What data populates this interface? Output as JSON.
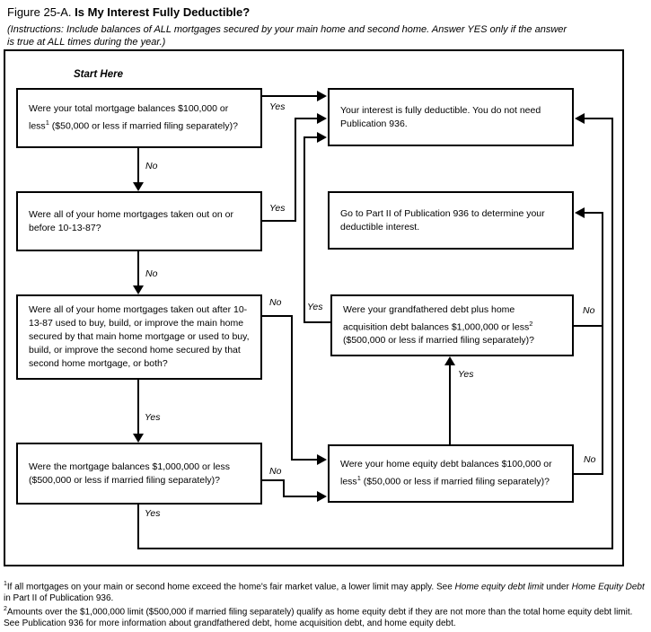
{
  "header": {
    "figure_label": "Figure 25-A.",
    "title": "Is My Interest Fully Deductible?",
    "instructions_line1": "(Instructions: Include balances of ALL mortgages secured by your main home and second home. Answer YES only if the answer",
    "instructions_line2": "is true at ALL times during the year.)"
  },
  "flowchart": {
    "start_label": "Start Here",
    "boxes": {
      "q1": {
        "text": "Were your total mortgage balances $100,000 or less",
        "sup": "1",
        "text_after": " ($50,000 or less if married filing separately)?"
      },
      "fully_deductible": {
        "text": "Your interest is fully deductible. You do not need Publication 936.",
        "sup": "",
        "text_after": ""
      },
      "q2": {
        "text": "Were all of your home mortgages taken out on or before 10-13-87?",
        "sup": "",
        "text_after": ""
      },
      "part2": {
        "text": "Go to Part II of Publication 936 to determine your deductible interest.",
        "sup": "",
        "text_after": ""
      },
      "q3": {
        "text": "Were all of your home mortgages taken out after 10-13-87 used to buy, build, or improve the main home secured by that main home mortgage or used to buy, build, or improve the second home secured by that second home mortgage, or both?",
        "sup": "",
        "text_after": ""
      },
      "grandfathered": {
        "text": "Were your grandfathered debt plus home acquisition debt balances $1,000,000 or less",
        "sup": "2",
        "text_after": " ($500,000 or less if married filing separately)?"
      },
      "q6": {
        "text": "Were the mortgage balances $1,000,000 or less ($500,000 or less if married filing separately)?",
        "sup": "",
        "text_after": ""
      },
      "home_equity": {
        "text": "Were your home equity debt balances $100,000 or less",
        "sup": "1",
        "text_after": " ($50,000 or less if married filing separately)?"
      }
    },
    "labels": {
      "q1_yes": "Yes",
      "q1_no": "No",
      "q2_yes": "Yes",
      "q2_no": "No",
      "q3_yes": "Yes",
      "q3_no": "No",
      "gf_yes": "Yes",
      "gf_no": "No",
      "he_yes": "Yes",
      "he_no": "No",
      "q6_yes": "Yes",
      "q6_no": "No",
      "q6_yes_bottom": "Yes"
    }
  },
  "footnotes": {
    "fn1": {
      "sup": "1",
      "part1": "If all mortgages on your main or second home exceed the home's fair market value, a lower limit may apply. See ",
      "italic1": "Home equity debt limit",
      "part2": " under ",
      "italic2": "Home Equity Debt",
      "part3": " in Part II of Publication 936."
    },
    "fn2": {
      "sup": "2",
      "text": "Amounts over the $1,000,000 limit ($500,000 if married filing separately) qualify as home equity debt if they are not more than the total home equity debt limit. See Publication 936 for more information about grandfathered debt, home acquisition debt, and home equity debt."
    }
  },
  "colors": {
    "line": "#000000",
    "background": "#ffffff"
  }
}
